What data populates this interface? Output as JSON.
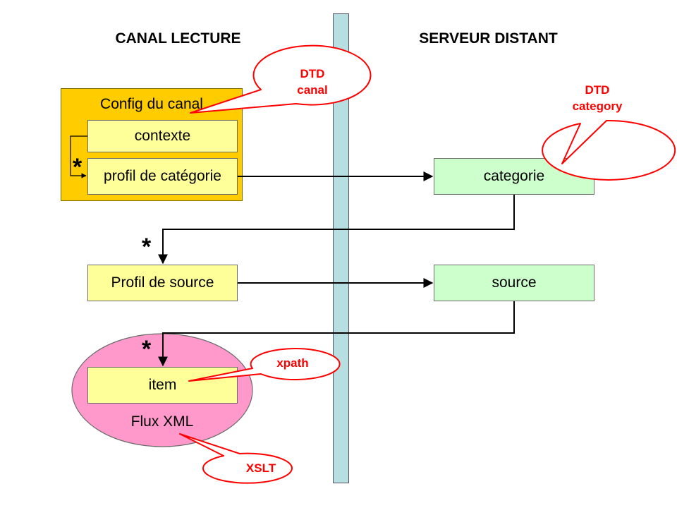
{
  "headings": {
    "left": "CANAL LECTURE",
    "right": "SERVEUR DISTANT"
  },
  "config_panel": {
    "title": "Config du canal",
    "contexte": "contexte",
    "profil_categorie": "profil de catégorie"
  },
  "boxes": {
    "categorie": "categorie",
    "profil_source": "Profil de source",
    "source": "source",
    "item": "item"
  },
  "flux_xml_label": "Flux XML",
  "multiplicity_symbol": "*",
  "callouts": {
    "dtd_canal": [
      "DTD",
      "canal"
    ],
    "dtd_category": [
      "DTD",
      "category"
    ],
    "xpath": "xpath",
    "xslt": "XSLT"
  },
  "colors": {
    "callout_text": "#ff0000",
    "orange_panel": "#ffcc00",
    "yellow_box": "#ffff99",
    "green_box": "#ccffcc",
    "ellipse_fill": "#ff99cc",
    "divider": "#b7dee0"
  }
}
